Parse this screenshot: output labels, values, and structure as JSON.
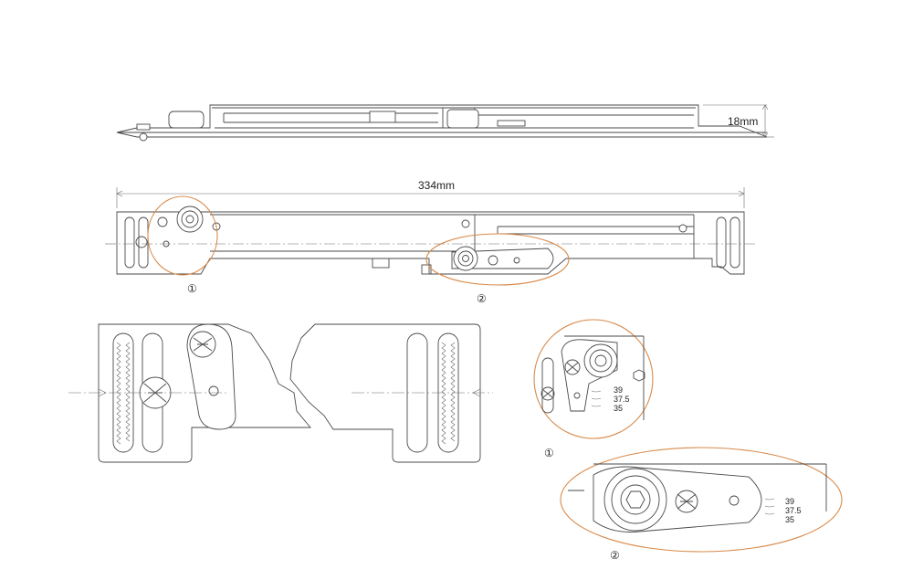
{
  "colors": {
    "line": "#4a4a4a",
    "highlight": "#d98a4a",
    "background": "#ffffff"
  },
  "dimensions": {
    "height": "18mm",
    "length": "334mm"
  },
  "callouts": {
    "one": "①",
    "two": "②"
  },
  "detail_1": {
    "values": [
      "39",
      "37.5",
      "35"
    ]
  },
  "detail_2": {
    "values": [
      "39",
      "37.5",
      "35"
    ]
  }
}
